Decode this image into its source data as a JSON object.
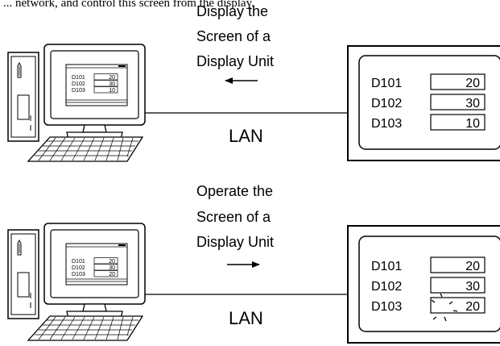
{
  "header_fragment": "... network, and control this screen from the display.",
  "top": {
    "caption": [
      "Display the",
      "Screen of a",
      "Display Unit"
    ],
    "lan_label": "LAN",
    "display_rows": [
      {
        "address": "D101",
        "value": "20"
      },
      {
        "address": "D102",
        "value": "30"
      },
      {
        "address": "D103",
        "value": "10"
      }
    ],
    "pc_rows": [
      {
        "address": "D101",
        "value": "20"
      },
      {
        "address": "D102",
        "value": "30"
      },
      {
        "address": "D103",
        "value": "10"
      }
    ]
  },
  "bottom": {
    "caption": [
      "Operate the",
      "Screen of a",
      "Display Unit"
    ],
    "lan_label": "LAN",
    "display_rows": [
      {
        "address": "D101",
        "value": "20"
      },
      {
        "address": "D102",
        "value": "30"
      },
      {
        "address": "D103",
        "value": "20"
      }
    ],
    "pc_rows": [
      {
        "address": "D101",
        "value": "20"
      },
      {
        "address": "D102",
        "value": "30"
      },
      {
        "address": "D103",
        "value": "20"
      }
    ]
  }
}
